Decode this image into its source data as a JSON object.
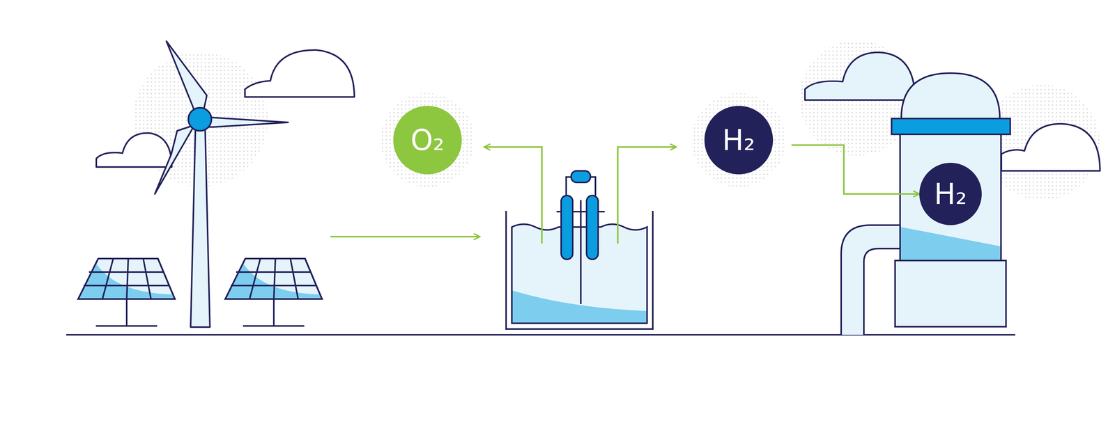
{
  "diagram": {
    "nodes": [
      {
        "text": [
          "O₂"
        ]
      },
      {
        "text": [
          "H₂"
        ]
      },
      {
        "text": [
          "H₂"
        ]
      }
    ],
    "edges": [
      {
        "from": 1,
        "to": 2,
        "arrow": "to"
      }
    ]
  }
}
